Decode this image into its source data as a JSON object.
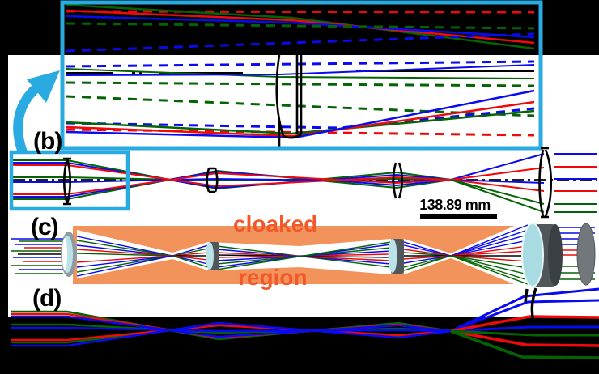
{
  "panels": {
    "b": "(b)",
    "c": "(c)",
    "d": "(d)"
  },
  "scale_bar": {
    "label": "138.89 mm"
  },
  "cloaked_region": {
    "word1": "cloaked",
    "word2": "region"
  },
  "icons": {
    "zoom_callout_arrow": "curved-cyan-arrow",
    "zoom_source_box": "cyan-rectangle",
    "zoom_inset_box": "cyan-rectangle"
  },
  "colors": {
    "background": "#000000",
    "figure-white": "#ffffff",
    "highlight-cyan": "#29ABE2",
    "ray-red": "#EE0A0A",
    "ray-green": "#046404",
    "ray-blue": "#0A0AEE",
    "orange-band": "#F2935C",
    "orange-text": "#F1592A",
    "lens-face-teal": "#BCE2E9",
    "lens-body-gray": "#50565A",
    "detector-gray": "#71777B"
  }
}
